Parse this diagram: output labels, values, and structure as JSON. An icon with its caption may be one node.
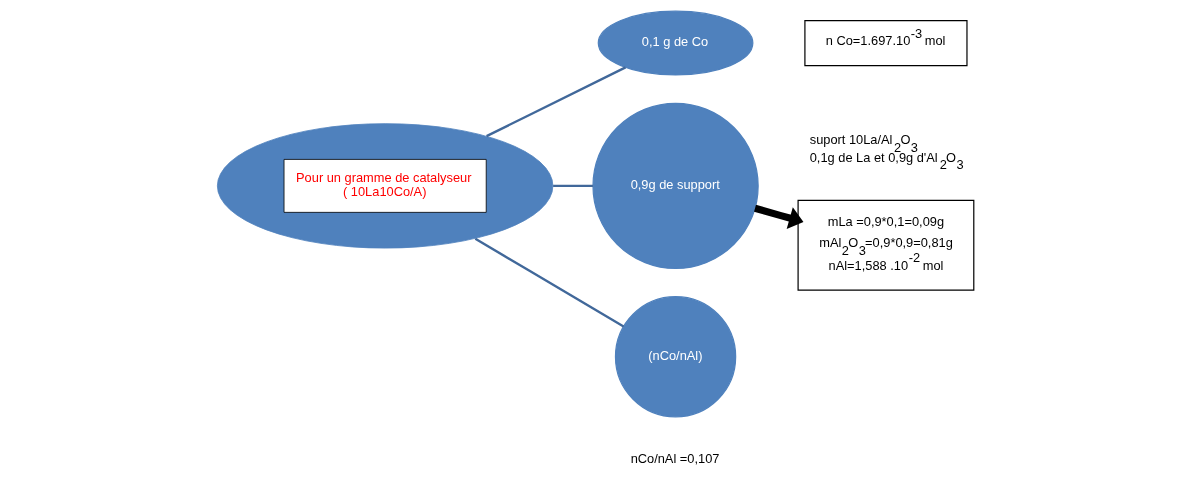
{
  "diagram": {
    "nodes": [
      {
        "text": [],
        "shape": "circle"
      },
      {
        "text": [
          "Pour un gramme de catalyseur",
          "( 10La10Co/A)"
        ],
        "in": 0
      },
      {
        "text": [
          "0,1 g de Co"
        ]
      },
      {
        "text": [
          "n Co=1.697.10$^{-3}$ mol"
        ]
      },
      {
        "text": [
          "0,9g de support"
        ],
        "beside": [
          "suport 10La/Al$_{2}$O$_{3}$",
          "0,1g de La et 0,9g d'Al$_{2}$O$_{3}$"
        ]
      },
      {
        "text": [
          "mLa =0,9*0,1=0,09g",
          "mAl$_{2}$O$_{3}$=0,9*0,9=0,81g",
          "nAl=1,588 .10$^{-2}$ mol"
        ]
      },
      {
        "text": [
          "(nCo/nAl)"
        ],
        "beside": [
          "nCo/nAl =0,107"
        ]
      }
    ],
    "edges": [
      {
        "from": 0,
        "to": 2,
        "arrow": "none"
      },
      {
        "from": 0,
        "to": 4,
        "arrow": "none"
      },
      {
        "from": 0,
        "to": 6,
        "arrow": "none"
      },
      {
        "from": 4,
        "to": 5,
        "arrow": "to",
        "style": "thick",
        "color": "#000000"
      }
    ]
  }
}
